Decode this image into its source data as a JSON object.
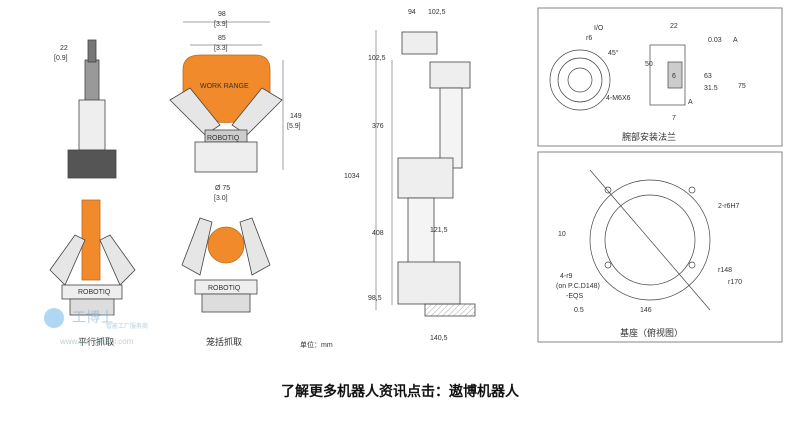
{
  "gripper": {
    "top_dims": [
      "98",
      "[3.9]",
      "85",
      "[3.3]"
    ],
    "side_dims": [
      "149",
      "[5.9]"
    ],
    "bottom_dims": [
      "Ø 75",
      "[3.0]"
    ],
    "left_dims": [
      "22",
      "[0.9]"
    ],
    "work_range_label": "WORK RANGE",
    "brand": "ROBOTIQ",
    "mode_parallel": "平行抓取",
    "mode_encompass": "笼括抓取"
  },
  "arm": {
    "dims": [
      "94",
      "102,5",
      "102,5",
      "376",
      "1034",
      "408",
      "121,5",
      "98,5",
      "140,5"
    ],
    "units_label": "单位：mm"
  },
  "flange": {
    "title": "腕部安装法兰",
    "labels": [
      "I/O",
      "r6",
      "45°",
      "4-M6X6",
      "22",
      "0.03",
      "A",
      "50",
      "6",
      "63",
      "31.5",
      "75",
      "A",
      "7"
    ]
  },
  "base": {
    "title": "基座（俯视图）",
    "labels": [
      "2-r6H7",
      "10",
      "4-r9",
      "(on P.C.D148)",
      "-EQS",
      "0.5",
      "r148",
      "r170",
      "146"
    ]
  },
  "watermark": {
    "brand": "工博士",
    "sub": "智能工厂服务商",
    "url": "www.gongboshi.com"
  },
  "footer": {
    "link_text": "了解更多机器人资讯点击：遨博机器人"
  },
  "colors": {
    "accent_orange": "#f08a2a",
    "gripper_gray": "#888888",
    "line": "#444444",
    "bg": "#ffffff"
  }
}
